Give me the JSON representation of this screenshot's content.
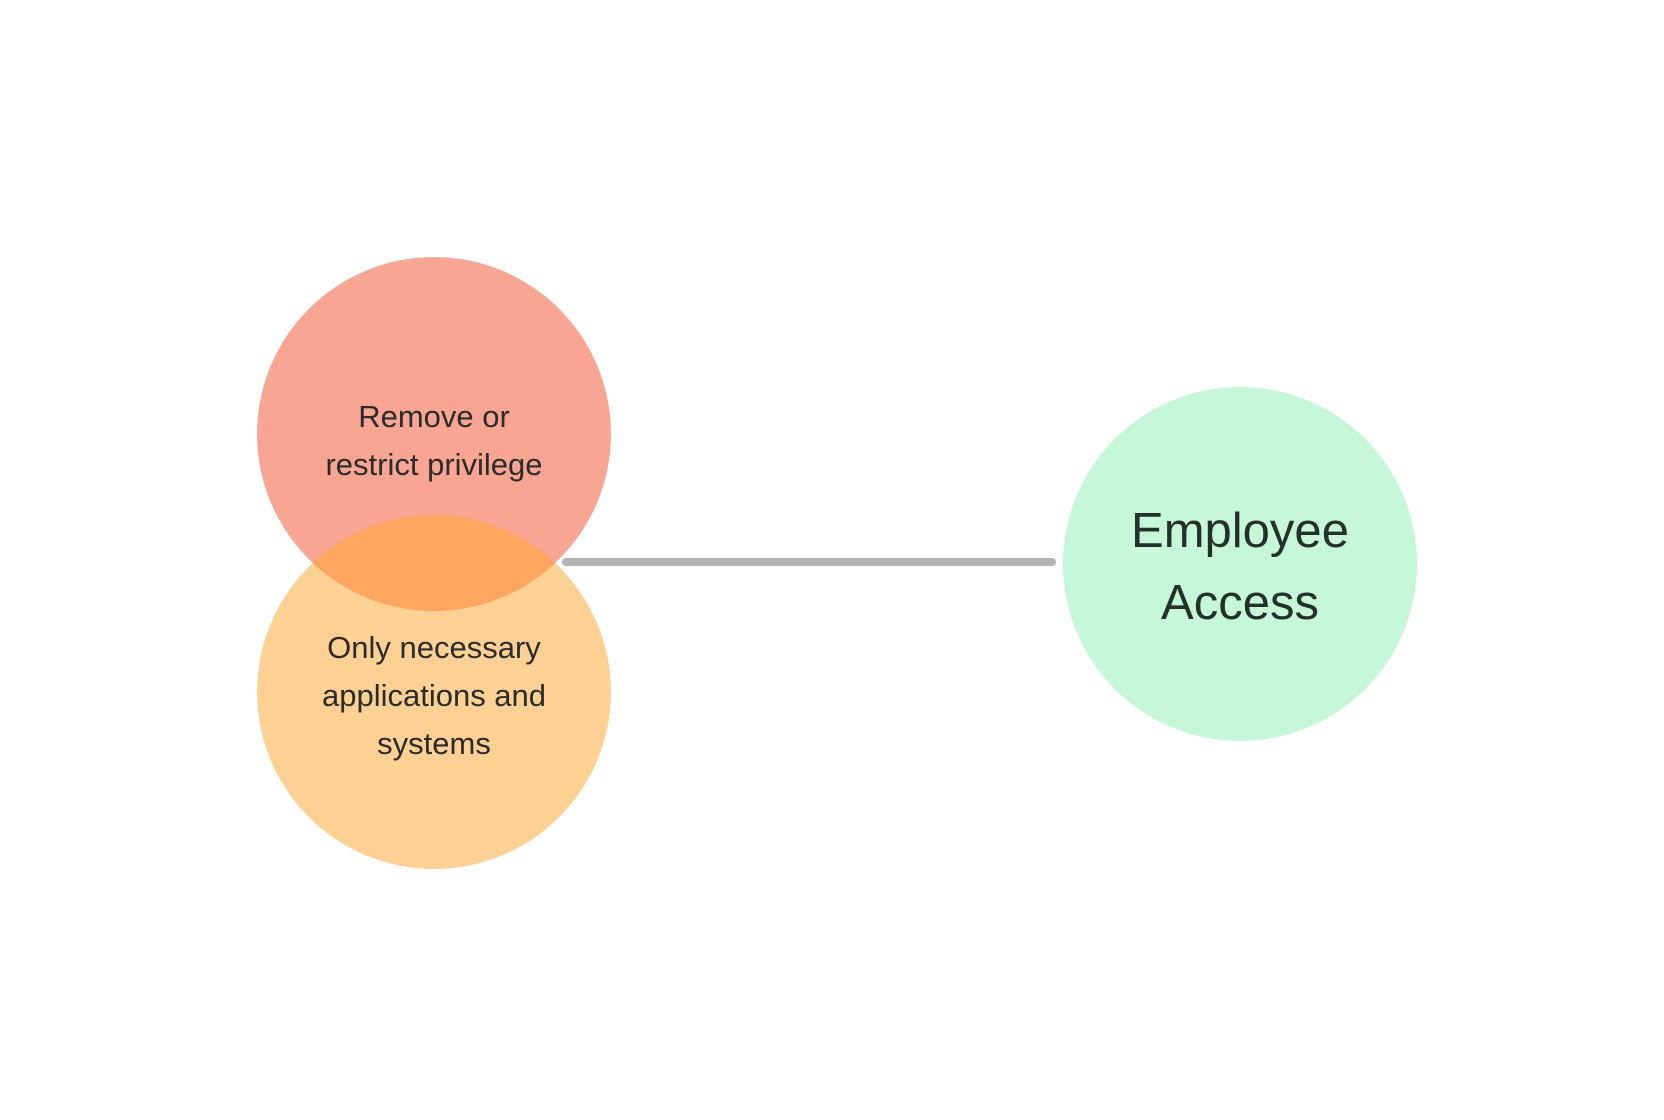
{
  "nodes": {
    "privilege": {
      "label": "Remove or\nrestrict privilege",
      "color": "#F8A593"
    },
    "applications": {
      "label": "Only necessary\napplications and\nsystems",
      "color": "#FDD093"
    },
    "overlap": {
      "color": "#FCA660"
    },
    "employee_access": {
      "label": "Employee\nAccess",
      "color": "#C6F7D8"
    }
  },
  "connector": {
    "color": "#B3B3B3"
  }
}
